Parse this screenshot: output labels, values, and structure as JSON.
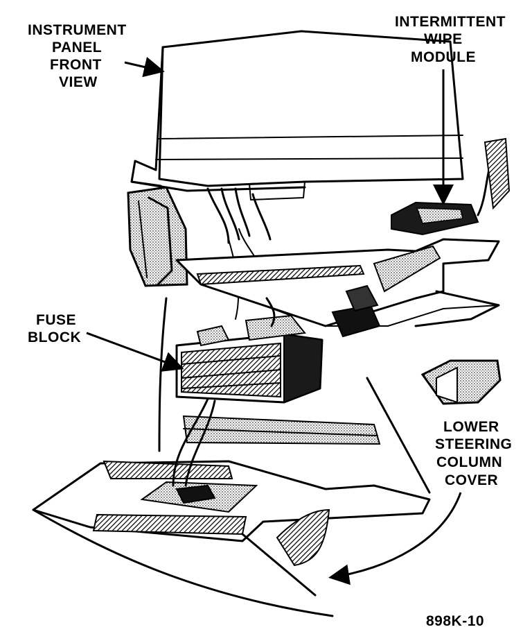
{
  "figure_id": "898K-10",
  "labels": {
    "instrument_panel": [
      "INSTRUMENT",
      "PANEL",
      "FRONT",
      "VIEW"
    ],
    "intermittent_wipe_module": [
      "INTERMITTENT",
      "WIPE",
      "MODULE"
    ],
    "fuse_block": [
      "FUSE",
      "BLOCK"
    ],
    "lower_steering_column_cover": [
      "LOWER",
      "STEERING",
      "COLUMN",
      "COVER"
    ]
  }
}
